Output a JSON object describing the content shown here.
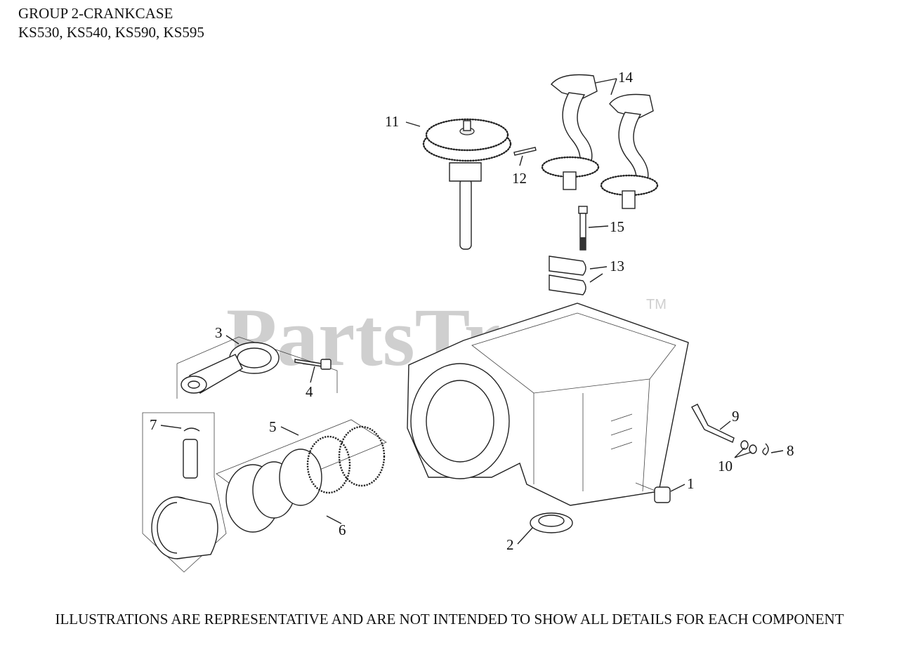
{
  "header": {
    "title_line1": "GROUP 2-CRANKCASE",
    "title_line2": "KS530, KS540, KS590, KS595"
  },
  "watermark": {
    "text": "PartsTree",
    "tm": "TM"
  },
  "callouts": {
    "c1": "1",
    "c2": "2",
    "c3": "3",
    "c4": "4",
    "c5": "5",
    "c6": "6",
    "c7": "7",
    "c8": "8",
    "c9": "9",
    "c10": "10",
    "c11": "11",
    "c12": "12",
    "c13": "13",
    "c14": "14",
    "c15": "15"
  },
  "footer": {
    "disclaimer": "ILLUSTRATIONS ARE REPRESENTATIVE AND ARE NOT INTENDED TO SHOW ALL DETAILS FOR EACH COMPONENT"
  }
}
